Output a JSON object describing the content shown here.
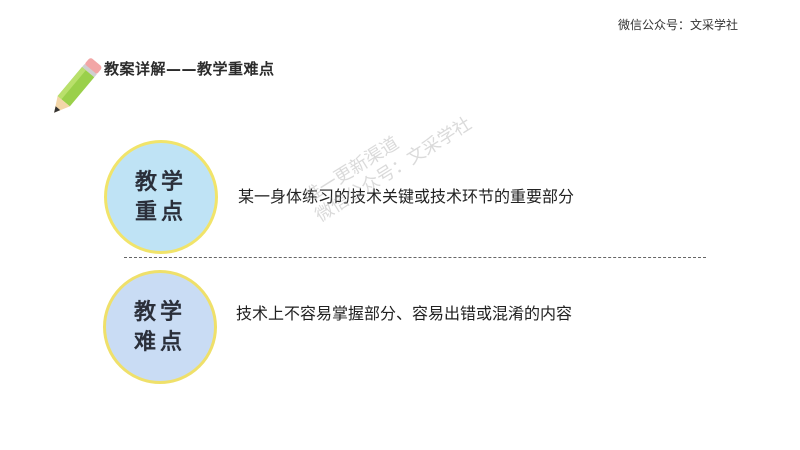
{
  "header": {
    "wechat_label": "微信公众号：文采学社"
  },
  "section": {
    "title": "教案详解——教学重难点"
  },
  "items": [
    {
      "badge_line1": "教学",
      "badge_line2": "重点",
      "text": "某一身体练习的技术关键或技术环节的重要部分"
    },
    {
      "badge_line1": "教学",
      "badge_line2": "难点",
      "text": "技术上不容易掌握部分、容易出错或混淆的内容"
    }
  ],
  "watermark": {
    "line1": "唯一更新渠道",
    "line2": "微信公众号：文采学社"
  },
  "colors": {
    "circle1": "#bfe3f5",
    "circle2": "#c9dcf4",
    "circle_border": "#f1e46a",
    "pencil_body": "#9ad04a"
  },
  "icons": {
    "pencil": "pencil-icon"
  }
}
